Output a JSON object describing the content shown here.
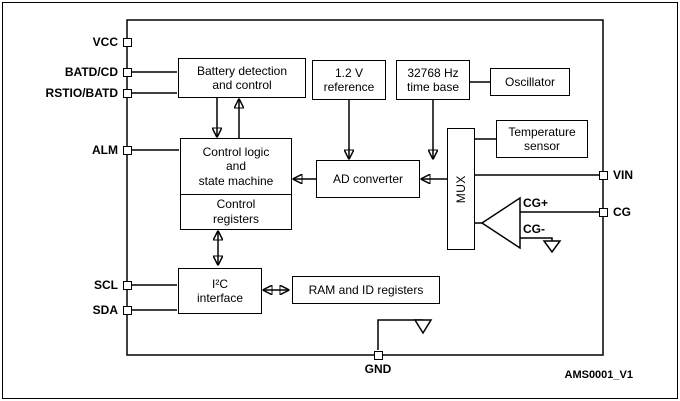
{
  "diagram": {
    "doc_ref": "AMS0001_V1",
    "colors": {
      "line": "#000000",
      "background": "#ffffff"
    },
    "pins": {
      "vcc": "VCC",
      "batd_cd": "BATD/CD",
      "rstio_batd": "RSTIO/BATD",
      "alm": "ALM",
      "scl": "SCL",
      "sda": "SDA",
      "vin": "VIN",
      "cg": "CG",
      "gnd": "GND"
    },
    "blocks": {
      "battery_detection": "Battery detection\nand control",
      "reference": "1.2 V\nreference",
      "time_base": "32768 Hz\ntime base",
      "oscillator": "Oscillator",
      "control_logic": "Control logic\nand\nstate machine",
      "control_registers": "Control\nregisters",
      "ad_converter": "AD converter",
      "mux": "MUX",
      "temperature_sensor": "Temperature\nsensor",
      "i2c_interface": "I²C\ninterface",
      "ram_registers": "RAM and ID registers"
    },
    "signals": {
      "cg_plus": "CG+",
      "cg_minus": "CG-"
    }
  }
}
